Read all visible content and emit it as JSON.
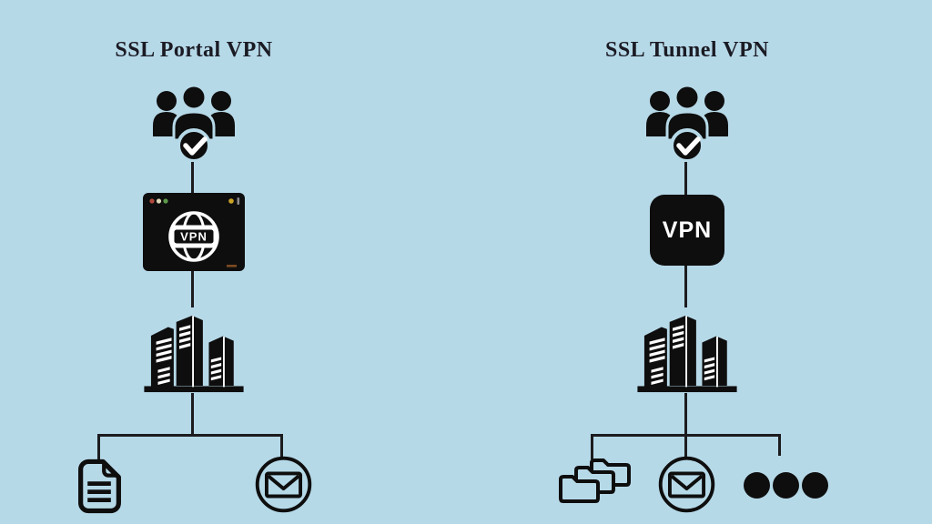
{
  "colors": {
    "background": "#b6d9e8",
    "ink": "#0e0e0e",
    "title_text": "#1b1b24",
    "connector_line": "#1c1c1e",
    "browser_dot_red": "#b04a3c",
    "browser_dot_pale": "#ded8b8",
    "browser_dot_green": "#5d9a4a",
    "browser_dot_gold": "#c9a227",
    "browser_corner_dash": "#7c4a21",
    "check_white": "#ffffff"
  },
  "left_diagram": {
    "title": "SSL Portal VPN",
    "globe_vpn_label": "VPN",
    "flow": [
      {
        "node": "users-group",
        "description": "authenticated users"
      },
      {
        "node": "browser-portal",
        "description": "web browser portal with VPN globe"
      },
      {
        "node": "office-buildings",
        "description": "corporate servers"
      },
      {
        "node": "document-file",
        "description": "document resource"
      },
      {
        "node": "email-envelope",
        "description": "email resource"
      }
    ],
    "icons": [
      "users-group",
      "check-badge",
      "browser-window",
      "vpn-globe",
      "office-buildings",
      "document-file",
      "email-envelope"
    ]
  },
  "right_diagram": {
    "title": "SSL Tunnel VPN",
    "vpn_box_label": "VPN",
    "flow": [
      {
        "node": "users-group",
        "description": "authenticated users"
      },
      {
        "node": "vpn-box",
        "description": "VPN tunnel client"
      },
      {
        "node": "office-buildings",
        "description": "corporate servers"
      },
      {
        "node": "folders-stack",
        "description": "file shares resource"
      },
      {
        "node": "email-envelope",
        "description": "email resource"
      },
      {
        "node": "more-dots",
        "description": "additional resources"
      }
    ],
    "icons": [
      "users-group",
      "check-badge",
      "vpn-box",
      "office-buildings",
      "folders-stack",
      "email-envelope",
      "more-dots"
    ]
  }
}
